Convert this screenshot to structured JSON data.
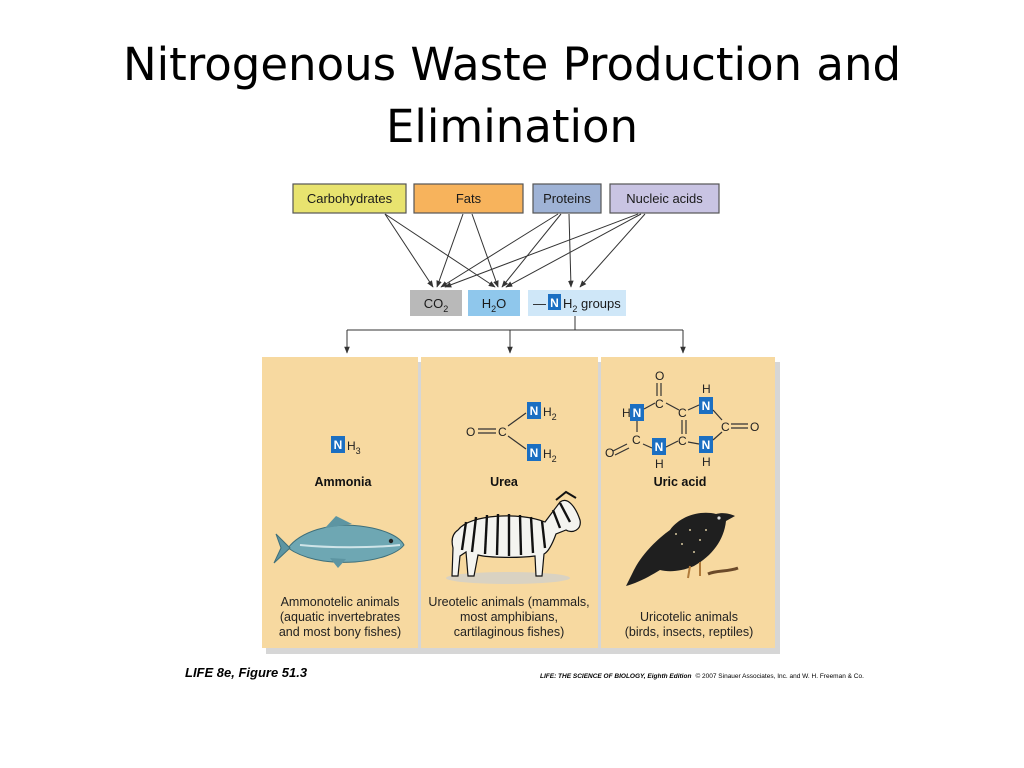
{
  "slide": {
    "title_line1": "Nitrogenous Waste Production and",
    "title_line2": "Elimination"
  },
  "sources": [
    {
      "label": "Carbohydrates",
      "color": "#e8e36f"
    },
    {
      "label": "Fats",
      "color": "#f7b35c"
    },
    {
      "label": "Proteins",
      "color": "#9fb3d6"
    },
    {
      "label": "Nucleic acids",
      "color": "#c9c4e3"
    }
  ],
  "products": {
    "co2": {
      "base": "CO",
      "sub": "2",
      "color": "#b9b9b9"
    },
    "h2o": {
      "base": "H",
      "sub": "2",
      "tail": "O",
      "color": "#8fc7ec"
    },
    "nh2": {
      "dash": "—",
      "n": "N",
      "h": "H",
      "sub": "2",
      "tail": " groups",
      "color": "#cfe7f8"
    }
  },
  "panels": [
    {
      "name": "Ammonia",
      "formula": {
        "n": "N",
        "h": "H",
        "sub": "3"
      },
      "animal": "fish",
      "desc": [
        "Ammonotelic animals",
        "(aquatic invertebrates",
        "and most bony fishes)"
      ]
    },
    {
      "name": "Urea",
      "formula": {
        "o": "O",
        "c": "C",
        "n": "N",
        "h": "H",
        "sub": "2"
      },
      "animal": "zebra",
      "desc": [
        "Ureotelic animals (mammals,",
        "most amphibians,",
        "cartilaginous fishes)"
      ]
    },
    {
      "name": "Uric acid",
      "formula": {
        "o": "O",
        "c": "C",
        "n": "N",
        "h": "H"
      },
      "animal": "bird",
      "desc": [
        "Uricotelic animals",
        "(birds, insects, reptiles)"
      ]
    }
  ],
  "panel_color": "#f7d9a0",
  "nitrogen_color": "#1b6fc2",
  "figure_label": "LIFE 8e, Figure 51.3",
  "copyright": {
    "title": "LIFE: THE SCIENCE OF BIOLOGY, Eighth Edition",
    "text": "© 2007 Sinauer Associates, Inc. and W. H. Freeman & Co."
  }
}
